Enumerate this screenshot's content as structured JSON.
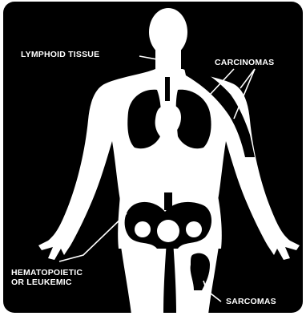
{
  "labels": {
    "lymphoid": "LYMPHOID TISSUE",
    "carcinomas": "CARCINOMAS",
    "hematopoietic_line1": "HEMATOPOIETIC",
    "hematopoietic_line2": "OR LEUKEMIC",
    "sarcomas": "SARCOMAS"
  },
  "colors": {
    "background": "#000000",
    "figure": "#ffffff",
    "organ": "#000000",
    "text": "#ffffff"
  }
}
